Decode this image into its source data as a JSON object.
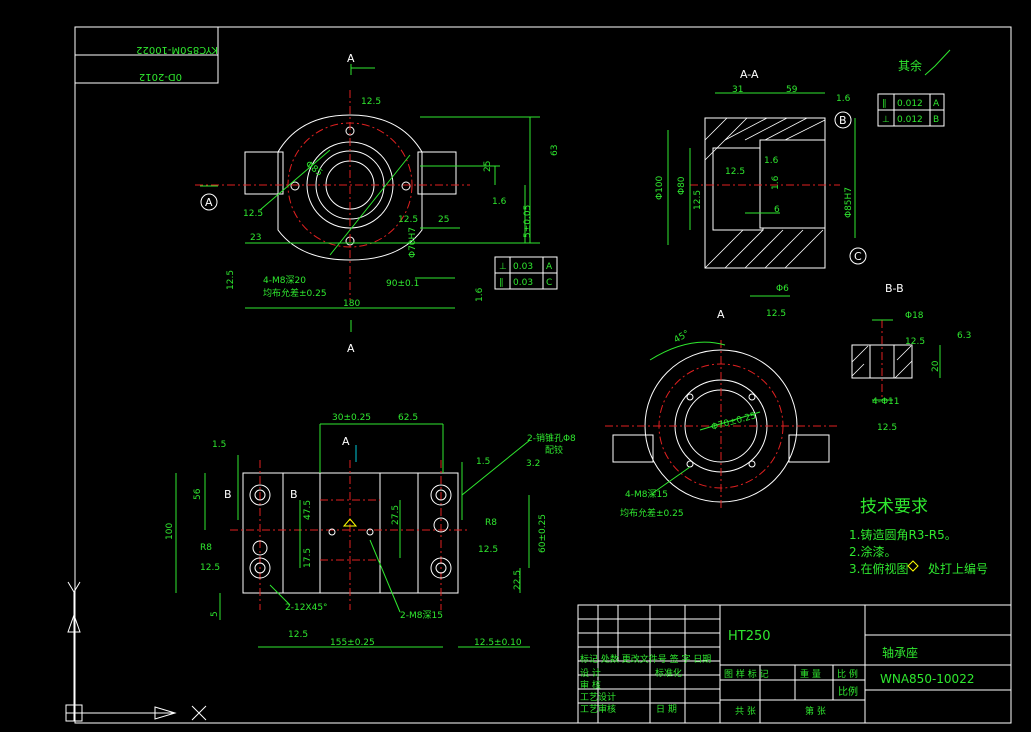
{
  "stamp": {
    "line1": "KYC850M-10022",
    "line2": "0D-2012"
  },
  "section_labels": {
    "a_top": "A",
    "a_bottom": "A",
    "a_front": "A",
    "a_view": "A",
    "aa": "A-A",
    "bb": "B-B",
    "b_left": "B",
    "b_right": "B",
    "circle_a": "A",
    "circle_b": "B",
    "circle_c": "C"
  },
  "roughness": {
    "rest": "其余",
    "r12_5": "12.5",
    "r1_6": "1.6",
    "r3_2": "3.2",
    "r6_3": "6.3"
  },
  "dims_top": {
    "d125a": "12.5",
    "d63": "63",
    "d25": "25",
    "d23": "23",
    "d25b": "25",
    "d5": "5±0.05",
    "d90": "90±0.1",
    "d180": "180",
    "d85": "Φ85",
    "holes": "4-M8深20",
    "holes_note": "均布允差±0.25",
    "d70": "Φ70H7"
  },
  "dims_aa": {
    "d31": "31",
    "d59": "59",
    "d100": "Φ100",
    "d80": "Φ80",
    "d6": "6",
    "d6b": "Φ6",
    "dbore": "Φ85H7"
  },
  "dims_front": {
    "d30": "30±0.25",
    "d625": "62.5",
    "d15a": "1.5",
    "d15b": "1.5",
    "d56": "56",
    "d475": "47.5",
    "d275": "27.5",
    "d175": "17.5",
    "d225": "22.5",
    "d100": "100",
    "d5": "5",
    "d60": "60±0.25",
    "d155": "155±0.25",
    "d125": "12.5±0.10",
    "r8a": "R8",
    "r8b": "R8",
    "pin": "2-销锥孔Φ8",
    "pin_note": "配铰",
    "chamfer": "2-12X45°",
    "tapped": "2-M8深15"
  },
  "dims_view": {
    "ang": "45°",
    "dia": "Φ70±0.25",
    "holes": "4-M8深15",
    "note": "均布允差±0.25"
  },
  "dims_bb": {
    "d18": "Φ18",
    "d20": "20",
    "d11": "4-Φ11"
  },
  "tolerances": {
    "tol1": {
      "sym": "∥",
      "val": "0.012",
      "ref": "A"
    },
    "tol2": {
      "sym": "⊥",
      "val": "0.012",
      "ref": "B"
    },
    "tol3": {
      "sym": "⊥",
      "val": "0.03",
      "ref": "A"
    },
    "tol4": {
      "sym": "∥",
      "val": "0.03",
      "ref": "C"
    }
  },
  "tech": {
    "title": "技术要求",
    "n1": "1.铸造圆角R3-R5。",
    "n2": "2.涂漆。",
    "n3": "3.在俯视图",
    "n3b": "处打上编号"
  },
  "title_block": {
    "material": "HT250",
    "part_name": "轴承座",
    "drawing_no": "WNA850-10022",
    "row1": "标记 处数  更改文件号  签 字  日期",
    "standard": "标准化",
    "design": "设 计",
    "check": "审 核",
    "process_design": "工艺设计",
    "process_check": "工艺审核",
    "date": "日 期",
    "stage": "图 样 标 记",
    "weight": "重 量",
    "ratio": "比 例",
    "ratio2": "比例",
    "sheets": "共  张",
    "sheet_no": "第  张"
  }
}
